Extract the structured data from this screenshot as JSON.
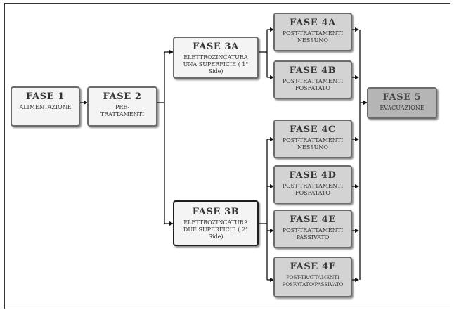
{
  "nodes": {
    "f1": {
      "title": "FASE  1",
      "sub": "ALIMENTAZIONE"
    },
    "f2": {
      "title": "FASE  2",
      "sub": "PRE-TRATTAMENTI"
    },
    "f3a": {
      "title": "FASE  3A",
      "sub": "ELETTROZINCATURA UNA SUPERFICIE  ( 1° Side)"
    },
    "f3b": {
      "title": "FASE  3B",
      "sub": "ELETTROZINCATURA DUE  SUPERFICIE  ( 2° Side)"
    },
    "f4a": {
      "title": "FASE  4A",
      "sub": "POST-TRATTAMENTI NESSUNO"
    },
    "f4b": {
      "title": "FASE  4B",
      "sub": "POST-TRATTAMENTI FOSFATATO"
    },
    "f4c": {
      "title": "FASE  4C",
      "sub": "POST-TRATTAMENTI NESSUNO"
    },
    "f4d": {
      "title": "FASE  4D",
      "sub": "POST-TRATTAMENTI FOSFATATO"
    },
    "f4e": {
      "title": "FASE  4E",
      "sub": "POST-TRATTAMENTI PASSIVATO"
    },
    "f4f": {
      "title": "FASE  4F",
      "sub": "POST-TRATTAMENTI FOSFATATO/PASSIVATO"
    },
    "f5": {
      "title": "FASE  5",
      "sub": "EVACUAZIONE"
    }
  }
}
